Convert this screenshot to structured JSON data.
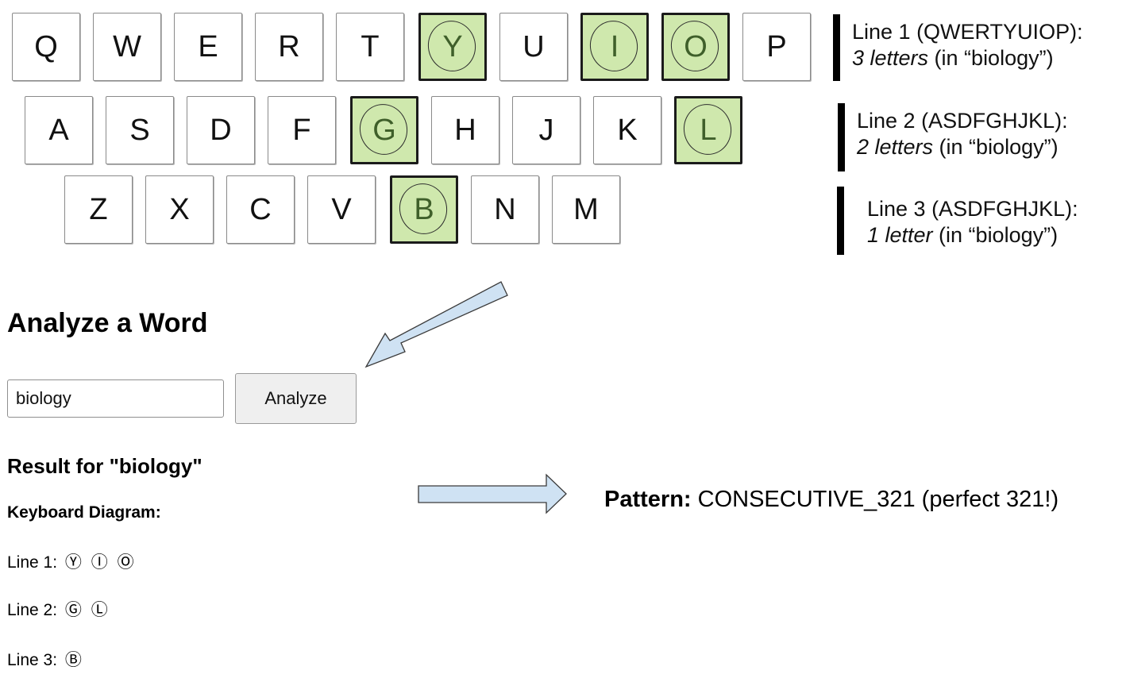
{
  "keyboard": {
    "row1": [
      "Q",
      "W",
      "E",
      "R",
      "T",
      "Y",
      "U",
      "I",
      "O",
      "P"
    ],
    "row2": [
      "A",
      "S",
      "D",
      "F",
      "G",
      "H",
      "J",
      "K",
      "L"
    ],
    "row3": [
      "Z",
      "X",
      "C",
      "V",
      "B",
      "N",
      "M"
    ],
    "highlighted": [
      "Y",
      "I",
      "O",
      "G",
      "L",
      "B"
    ],
    "highlight_color": "#cfe8ad"
  },
  "notes": [
    {
      "title": "Line 1 (QWERTYUIOP):",
      "count": "3 letters",
      "suffix": " (in “biology”)"
    },
    {
      "title": "Line 2 (ASDFGHJKL):",
      "count": "2 letters",
      "suffix": " (in “biology”)"
    },
    {
      "title": "Line 3 (ASDFGHJKL):",
      "count": "1 letter",
      "suffix": " (in “biology”)"
    }
  ],
  "analyzer": {
    "heading": "Analyze a Word",
    "input_value": "biology",
    "button_label": "Analyze",
    "result_title": "Result for \"biology\"",
    "diagram_title": "Keyboard Diagram:",
    "lines": [
      {
        "label": "Line 1:",
        "glyphs": "Ⓨ Ⓘ Ⓞ"
      },
      {
        "label": "Line 2:",
        "glyphs": "Ⓖ Ⓛ"
      },
      {
        "label": "Line 3:",
        "glyphs": "Ⓑ"
      }
    ]
  },
  "pattern": {
    "label": "Pattern:",
    "value": " CONSECUTIVE_321 (perfect 321!)"
  },
  "arrow_color": "#cfe2f3"
}
